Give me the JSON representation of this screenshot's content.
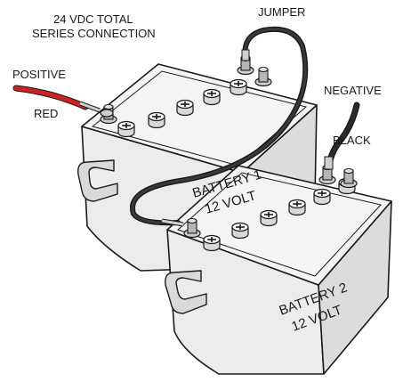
{
  "labels": {
    "series_line1": "24 VDC TOTAL",
    "series_line2": "SERIES CONNECTION",
    "jumper": "JUMPER",
    "positive": "POSITIVE",
    "red": "RED",
    "negative": "NEGATIVE",
    "black": "BLACK"
  },
  "battery1": {
    "line1": "BATTERY 1",
    "line2": "12 VOLT"
  },
  "battery2": {
    "line1": "BATTERY 2",
    "line2": "12 VOLT"
  },
  "colors": {
    "positive_cable": "#cc2222",
    "negative_cable": "#222222",
    "jumper_cable": "#222222",
    "battery_body": "#ececec",
    "outline": "#1a1a1a"
  }
}
